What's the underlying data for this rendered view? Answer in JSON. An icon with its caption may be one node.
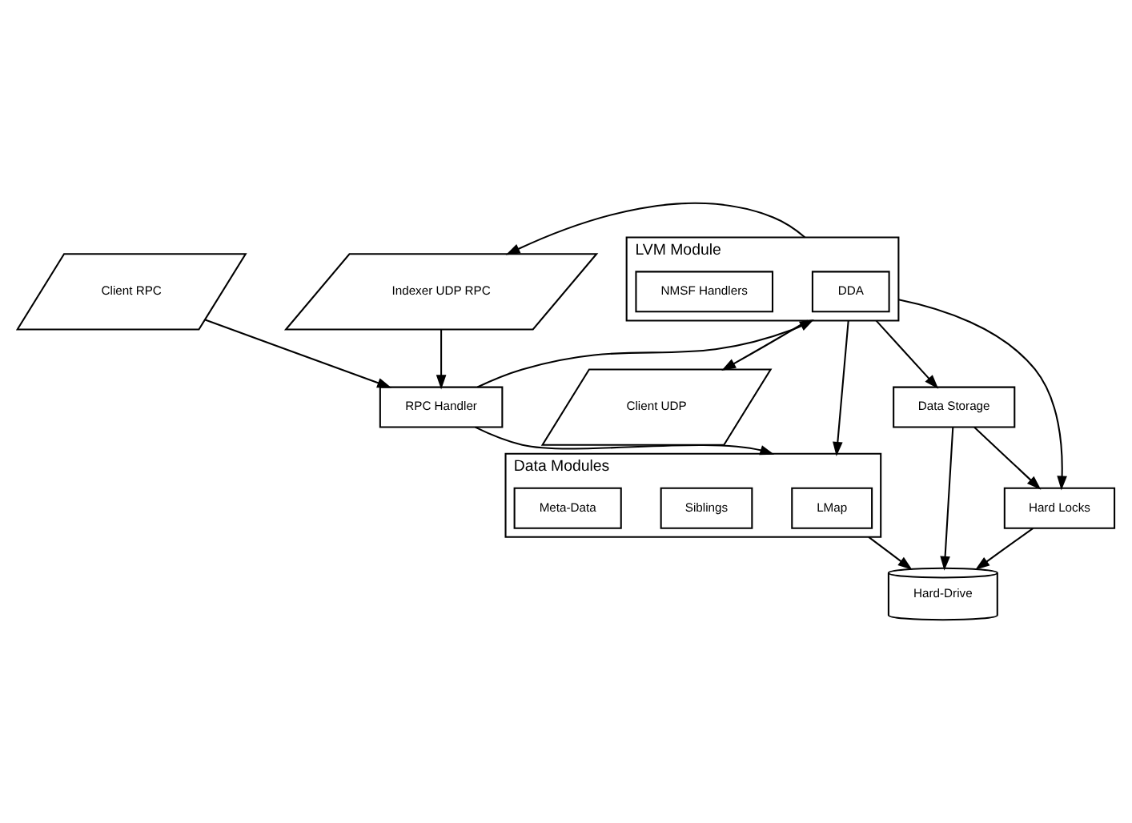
{
  "diagram": {
    "nodes": [
      {
        "text": [
          "Client RPC"
        ]
      },
      {
        "text": [
          "RPC Handler"
        ]
      },
      {
        "text": [
          "Indexer UDP RPC"
        ]
      },
      {
        "text": [
          "LVM Module"
        ]
      },
      {
        "text": [
          "DDA"
        ],
        "in": 3
      },
      {
        "text": [
          "NMSF Handlers"
        ],
        "in": 3
      },
      {
        "text": [
          "Client UDP"
        ]
      },
      {
        "text": [
          "Data Modules"
        ]
      },
      {
        "text": [
          "LMap"
        ],
        "in": 7
      },
      {
        "text": [
          "Siblings"
        ],
        "in": 7
      },
      {
        "text": [
          "Meta-Data"
        ],
        "in": 7
      },
      {
        "text": [
          "Data Storage"
        ]
      },
      {
        "text": [
          "Hard-Drive"
        ]
      },
      {
        "text": [
          "Hard Locks"
        ]
      }
    ],
    "edges": [
      {
        "from": 0,
        "to": 1,
        "arrow": "to"
      },
      {
        "from": 2,
        "to": 1,
        "arrow": "to"
      },
      {
        "from": 1,
        "to": 3,
        "arrow": "to"
      },
      {
        "from": 1,
        "to": 7,
        "arrow": "to"
      },
      {
        "from": 3,
        "to": 2,
        "arrow": "to"
      },
      {
        "from": 3,
        "to": 6,
        "arrow": "to"
      },
      {
        "from": 3,
        "to": 7,
        "arrow": "to"
      },
      {
        "from": 3,
        "to": 11,
        "arrow": "to"
      },
      {
        "from": 3,
        "to": 13,
        "arrow": "to"
      },
      {
        "from": 11,
        "to": 13,
        "arrow": "to"
      },
      {
        "from": 11,
        "to": 12,
        "arrow": "to"
      },
      {
        "from": 13,
        "to": 12,
        "arrow": "to"
      },
      {
        "from": 7,
        "to": 12,
        "arrow": "to"
      }
    ]
  }
}
